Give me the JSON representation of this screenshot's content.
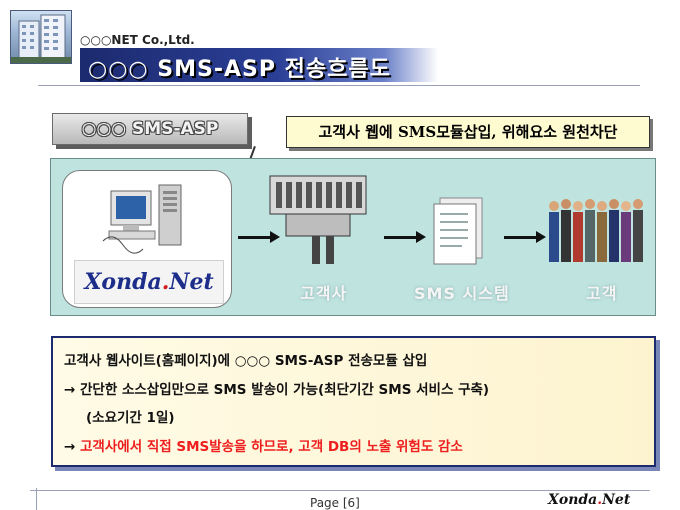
{
  "header": {
    "company": "○○○NET Co.,Ltd.",
    "title": "○○○ SMS-ASP 전송흐름도"
  },
  "asp_label": "○○○ SMS-ASP",
  "callout": "고객사 웹에 SMS모듈삽입, 위해요소 원천차단",
  "brand": {
    "left": "Xonda",
    "dot": ".",
    "right": "Net",
    "accent_color": "#d21b1b"
  },
  "flow": {
    "step1_label": "고객사",
    "step2_label": "SMS 시스템",
    "step3_label": "고객"
  },
  "description": {
    "line1": "고객사 웹사이트(홈페이지)에 ○○○ SMS-ASP 전송모듈 삽입",
    "line2": "→ 간단한 소스삽입만으로 SMS 발송이 가능(최단기간 SMS 서비스 구축)",
    "line3": "(소요기간 1일)",
    "line4_arrow": "→",
    "line4": "고객사에서 직접 SMS발송을 하므로, 고객 DB의 노출 위험도 감소"
  },
  "footer": {
    "page": "Page [6]",
    "brand_left": "Xonda",
    "brand_dot": ".",
    "brand_right": "Net"
  },
  "colors": {
    "title_bar": "#1c2a6e",
    "flow_panel": "#bfe4e0",
    "callout_bg": "#fffbd0",
    "warning_text": "#ee1e1e"
  }
}
